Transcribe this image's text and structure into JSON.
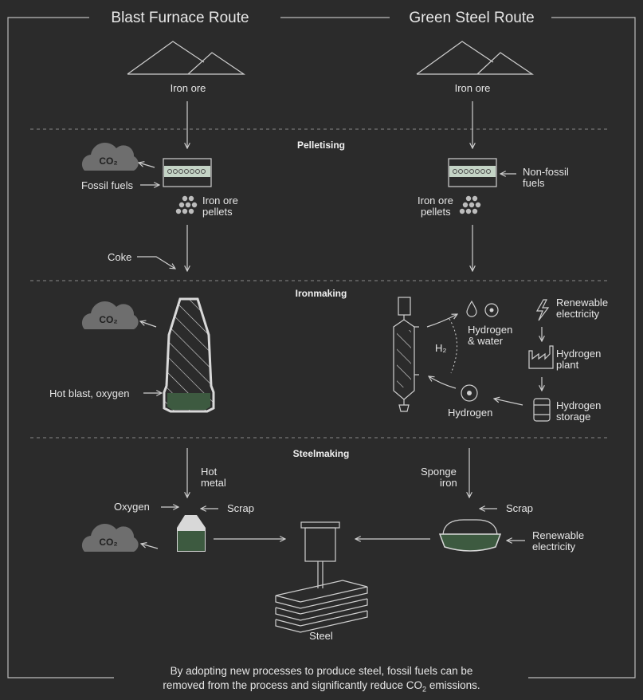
{
  "titles": {
    "left": "Blast Furnace Route",
    "right": "Green Steel Route"
  },
  "stages": {
    "pelletising": "Pelletising",
    "ironmaking": "Ironmaking",
    "steelmaking": "Steelmaking"
  },
  "labels": {
    "iron_ore_left": "Iron ore",
    "iron_ore_right": "Iron ore",
    "co2": "CO₂",
    "fossil_fuels": "Fossil fuels",
    "non_fossil_fuels_line1": "Non-fossil",
    "non_fossil_fuels_line2": "fuels",
    "pellets_line1": "Iron ore",
    "pellets_line2": "pellets",
    "coke": "Coke",
    "hot_blast": "Hot blast, oxygen",
    "h2": "H₂",
    "hydrogen_water_line1": "Hydrogen",
    "hydrogen_water_line2": "& water",
    "hydrogen": "Hydrogen",
    "renewable_electricity_line1": "Renewable",
    "renewable_electricity_line2": "electricity",
    "hydrogen_plant_line1": "Hydrogen",
    "hydrogen_plant_line2": "plant",
    "hydrogen_storage_line1": "Hydrogen",
    "hydrogen_storage_line2": "storage",
    "hot_metal_line1": "Hot",
    "hot_metal_line2": "metal",
    "sponge_iron_line1": "Sponge",
    "sponge_iron_line2": "iron",
    "oxygen": "Oxygen",
    "scrap": "Scrap",
    "steel": "Steel"
  },
  "footer": {
    "line1": "By adopting new processes to produce steel, fossil fuels can be",
    "line2_pre": "removed from the process and significantly reduce CO",
    "line2_sub": "2",
    "line2_post": " emissions."
  },
  "colors": {
    "background": "#2b2b2b",
    "line": "#cfcfcf",
    "cloud": "#6e6e6e",
    "liquid": "#3d5a40",
    "pellet_band": "#c4d4c6"
  }
}
